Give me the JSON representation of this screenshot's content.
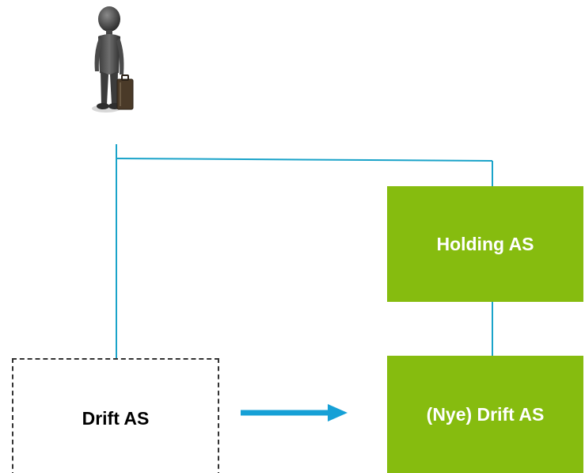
{
  "diagram": {
    "owner_figure": "person-with-briefcase-icon",
    "nodes": [
      {
        "id": "holding",
        "label": "Holding AS",
        "style": "solid-green"
      },
      {
        "id": "nye",
        "label": "(Nye) Drift AS",
        "style": "solid-green"
      },
      {
        "id": "drift",
        "label": "Drift AS",
        "style": "dashed-outline"
      }
    ],
    "edges": [
      {
        "from": "owner",
        "to": "holding",
        "type": "line"
      },
      {
        "from": "owner",
        "to": "drift",
        "type": "line"
      },
      {
        "from": "holding",
        "to": "nye",
        "type": "line"
      },
      {
        "from": "drift",
        "to": "nye",
        "type": "arrow"
      }
    ],
    "colors": {
      "box_fill": "#86bc0f",
      "box_text": "#ffffff",
      "line": "#1aa3c9",
      "arrow": "#16a0d6",
      "dashed_border": "#333333"
    }
  }
}
